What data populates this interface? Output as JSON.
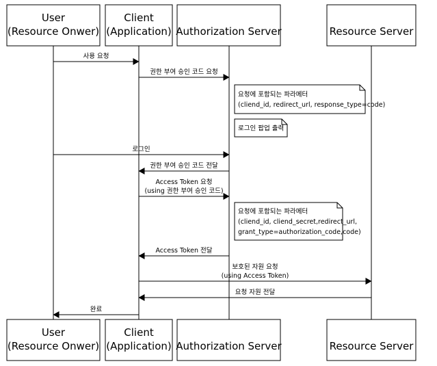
{
  "participants": [
    {
      "id": "user",
      "lines": [
        "User",
        "(Resource Onwer)"
      ]
    },
    {
      "id": "client",
      "lines": [
        "Client",
        "(Application)"
      ]
    },
    {
      "id": "auth",
      "lines": [
        "Authorization Server"
      ]
    },
    {
      "id": "resource",
      "lines": [
        "Resource Server"
      ]
    }
  ],
  "messages": [
    {
      "id": "use-request",
      "from": "user",
      "to": "client",
      "lines": [
        "사용 요청"
      ]
    },
    {
      "id": "auth-code-request",
      "from": "client",
      "to": "auth",
      "lines": [
        "권한 부여 승인 코드 요청"
      ]
    },
    {
      "id": "login",
      "from": "user",
      "to": "auth",
      "lines": [
        "로그인"
      ]
    },
    {
      "id": "auth-code-deliver",
      "from": "auth",
      "to": "client",
      "lines": [
        "권한 부여 승인 코드 전달"
      ]
    },
    {
      "id": "access-token-request",
      "from": "client",
      "to": "auth",
      "lines": [
        "Access Token 요청",
        "(using 권한 부여 승인 코드)"
      ]
    },
    {
      "id": "access-token-deliver",
      "from": "auth",
      "to": "client",
      "lines": [
        "Access Token 전달"
      ]
    },
    {
      "id": "protected-resource-request",
      "from": "client",
      "to": "resource",
      "lines": [
        "보호된 자원 요청",
        "(using Access Token)"
      ]
    },
    {
      "id": "resource-deliver",
      "from": "resource",
      "to": "client",
      "lines": [
        "요청 자원 전달"
      ]
    },
    {
      "id": "complete",
      "from": "client",
      "to": "user",
      "lines": [
        "완료"
      ]
    }
  ],
  "notes": [
    {
      "id": "note-code-params",
      "lines": [
        "요청에 포함되는 파라메터",
        "(cliend_id, redirect_url, response_type=code)"
      ]
    },
    {
      "id": "note-login-popup",
      "lines": [
        "로그인 팝업 출력"
      ]
    },
    {
      "id": "note-token-params",
      "lines": [
        "요청에 포함되는 파라메터",
        "(cliend_id, cliend_secret,redirect_url,",
        "grant_type=authorization_code,code)"
      ]
    }
  ]
}
